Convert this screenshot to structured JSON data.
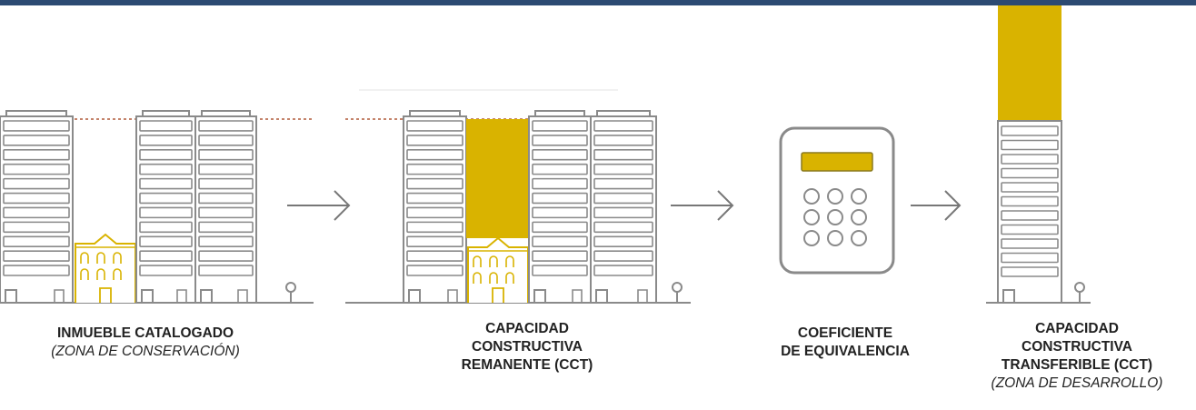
{
  "colors": {
    "top_bar": "#2c4a72",
    "accent": "#d9b300",
    "outline": "#8a8a8a",
    "dashed_limit": "#b05a3a"
  },
  "steps": [
    {
      "id": "inmueble",
      "title_lines": [
        "INMUEBLE CATALOGADO"
      ],
      "subtitle": "(ZONA DE CONSERVACIÓN)"
    },
    {
      "id": "cct-remanente",
      "title_lines": [
        "CAPACIDAD",
        "CONSTRUCTIVA",
        "REMANENTE (CCT)"
      ],
      "subtitle": ""
    },
    {
      "id": "coeficiente",
      "title_lines": [
        "COEFICIENTE",
        "DE EQUIVALENCIA"
      ],
      "subtitle": ""
    },
    {
      "id": "cct-transferible",
      "title_lines": [
        "CAPACIDAD",
        "CONSTRUCTIVA",
        "TRANSFERIBLE (CCT)"
      ],
      "subtitle": "(ZONA DE DESARROLLO)"
    }
  ],
  "icons": {
    "arrow": "arrow-right-icon",
    "calculator": "calculator-icon",
    "tree": "tree-icon",
    "building": "building-icon"
  }
}
